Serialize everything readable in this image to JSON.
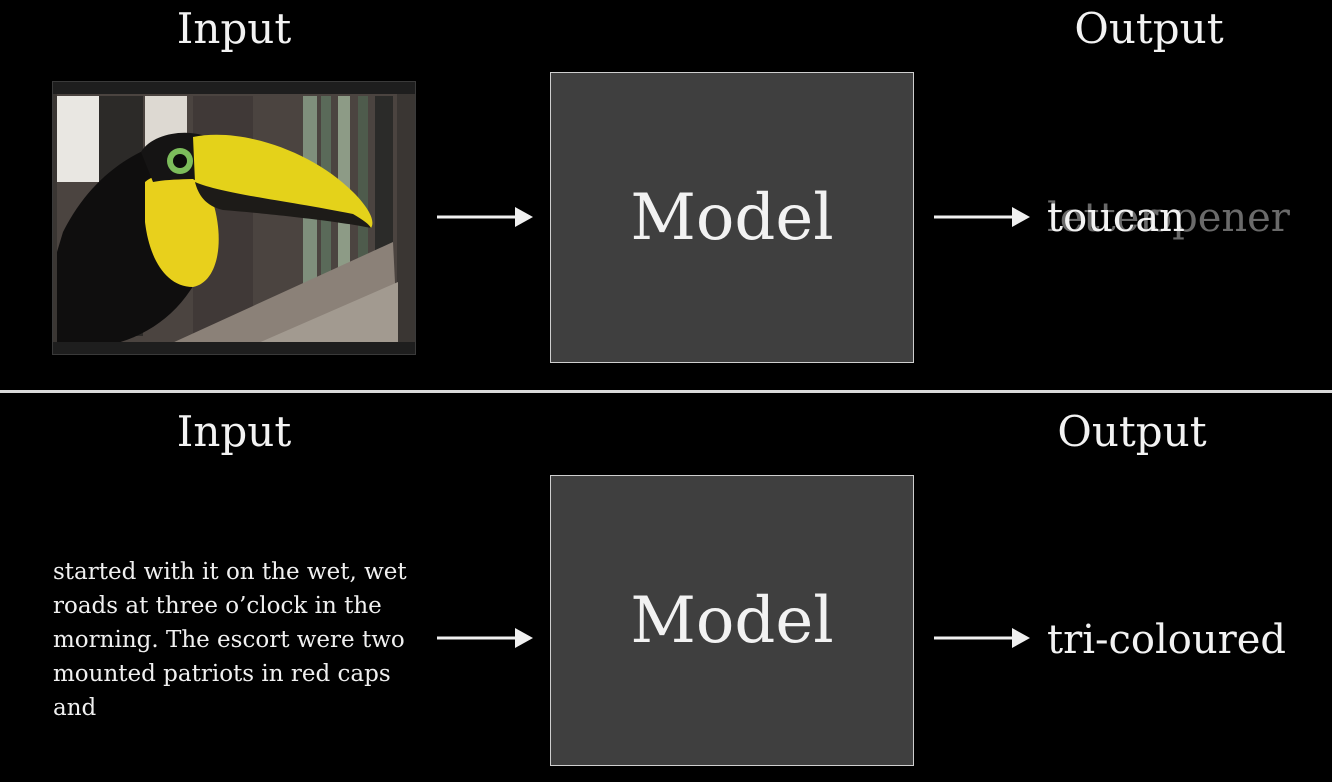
{
  "top": {
    "input_heading": "Input",
    "output_heading": "Output",
    "model_label": "Model",
    "image_description_icon": "toucan-photo",
    "output_primary": "toucan",
    "output_ghost_prefix": "letter",
    "output_ghost_suffix": "opener"
  },
  "bottom": {
    "input_heading": "Input",
    "output_heading": "Output",
    "model_label": "Model",
    "input_text": "started with it on the wet, wet roads at three o’clock in the morning. The escort were two mounted patriots in red caps and",
    "output_text": "tri-coloured"
  },
  "colors": {
    "background": "#000000",
    "model_fill": "#3f3f3f",
    "model_border": "#cfcfcf",
    "toucan_beak": "#e4d21a",
    "toucan_face": "#e8d01c"
  }
}
